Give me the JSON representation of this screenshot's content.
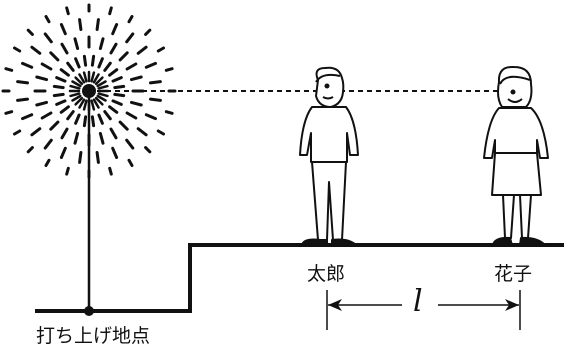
{
  "labels": {
    "taro": "太郎",
    "hanako": "花子",
    "launch_point": "打ち上げ地点",
    "distance": "l"
  },
  "icons": [
    "firework-burst-icon",
    "boy-figure-icon",
    "girl-figure-icon"
  ],
  "colors": {
    "ink": "#111111",
    "background": "#ffffff"
  }
}
